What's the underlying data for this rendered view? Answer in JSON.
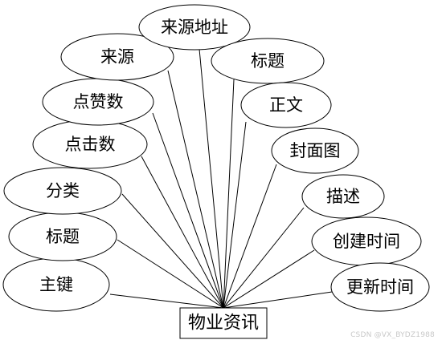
{
  "diagram": {
    "type": "entity-attribute",
    "entity": "物业资讯",
    "attributes": [
      "主键",
      "标题",
      "分类",
      "点击数",
      "点赞数",
      "来源",
      "来源地址",
      "标题",
      "正文",
      "封面图",
      "描述",
      "创建时间",
      "更新时间"
    ]
  },
  "watermark": "CSDN @VX_BYDZ1988"
}
